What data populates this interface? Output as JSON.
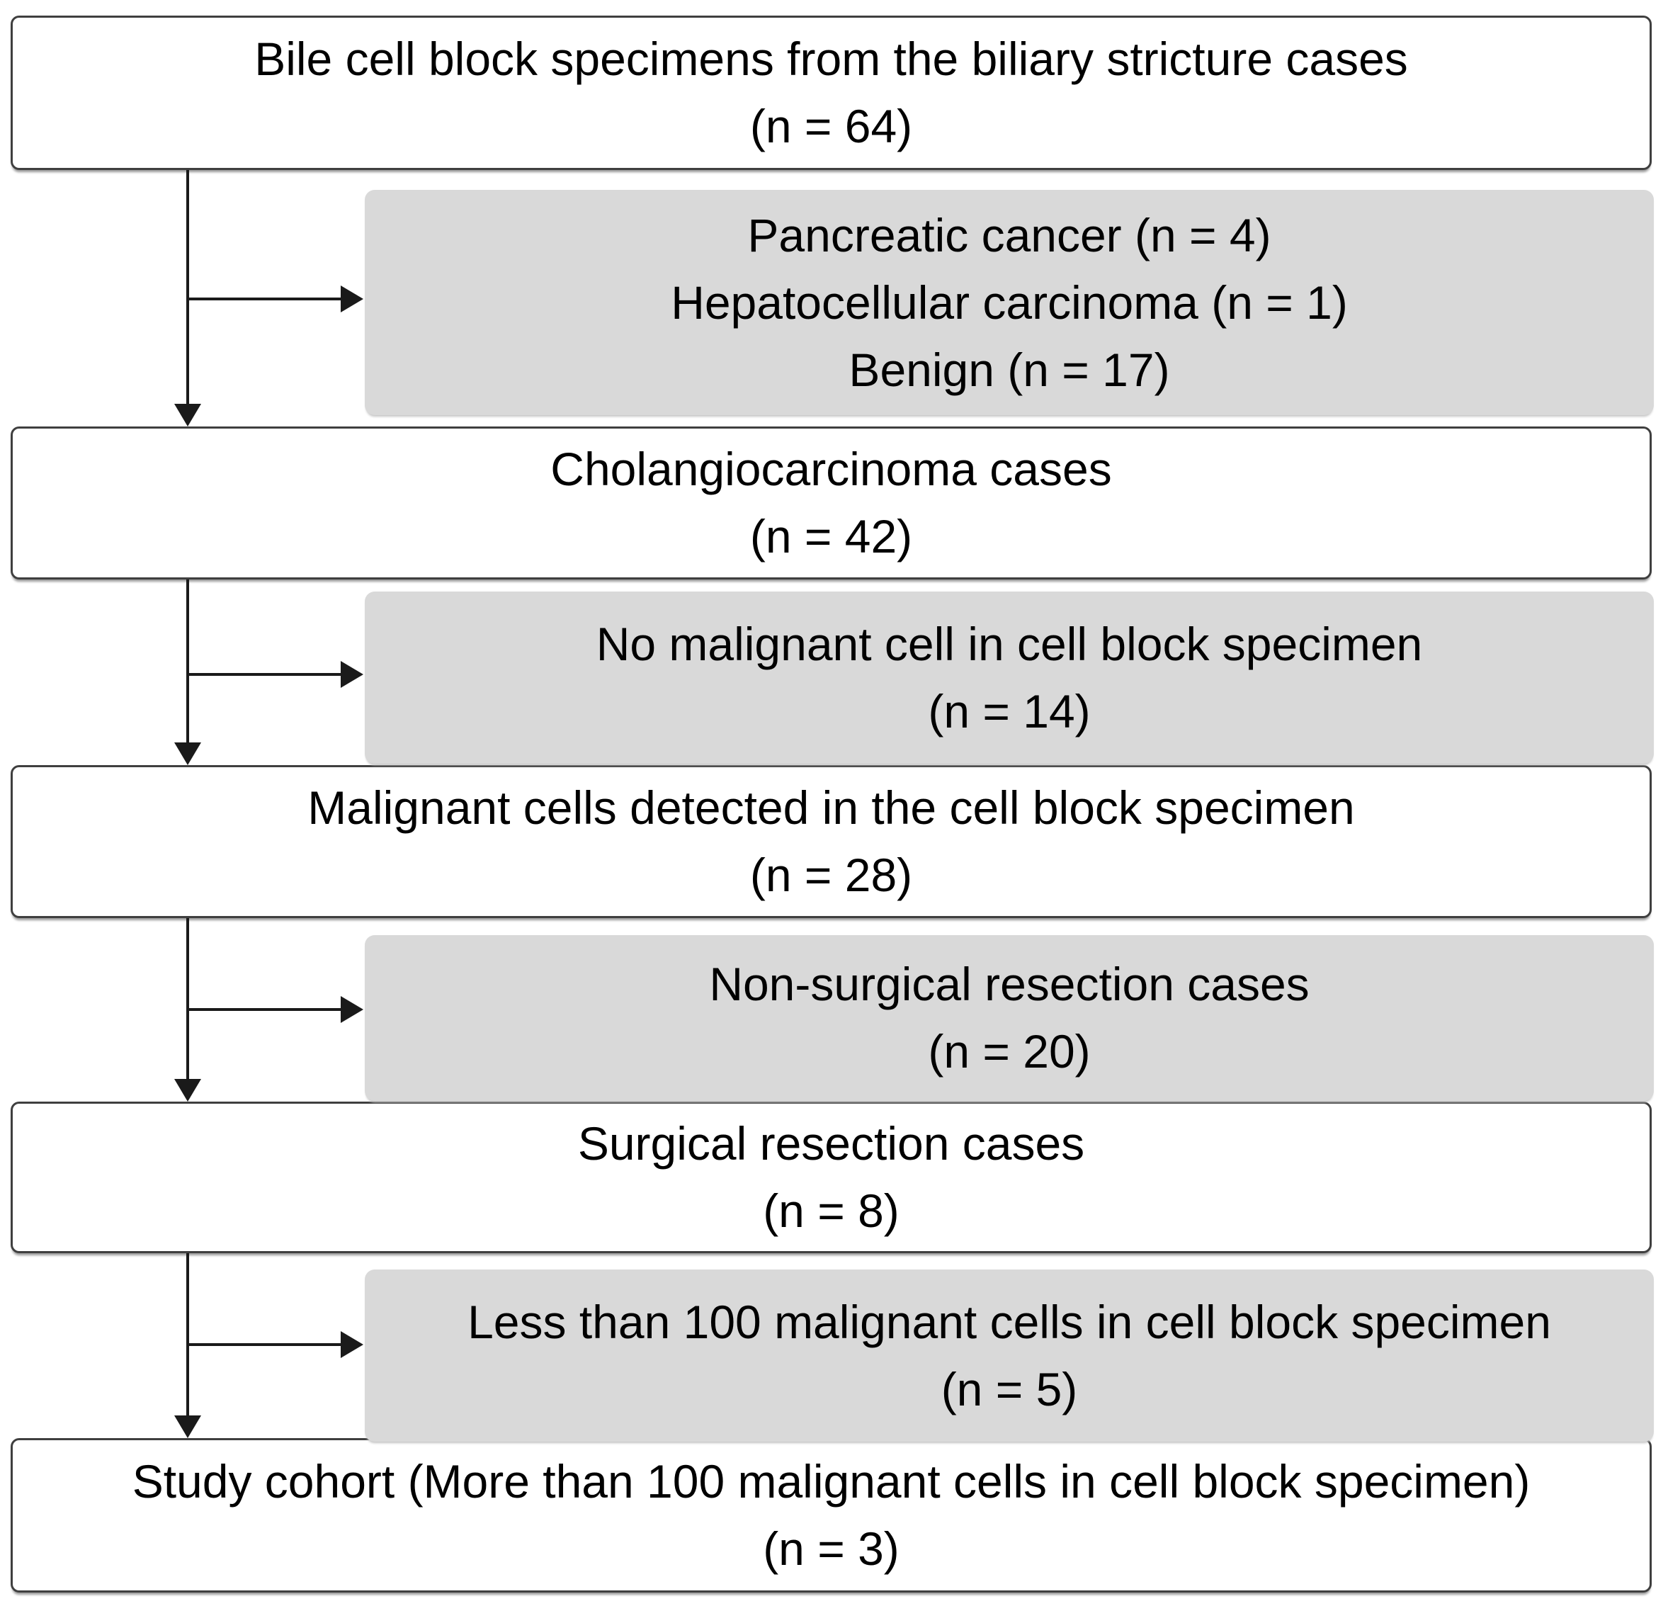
{
  "flow": {
    "colors": {
      "box_background": "#ffffff",
      "box_border": "#3f3f3f",
      "exclusion_background": "#d9d9d9",
      "arrow": "#1a1a1a",
      "text": "#000000"
    },
    "steps": [
      {
        "id": "bile-specimens",
        "n": 64,
        "lines": [
          "Bile cell block specimens from the biliary stricture cases",
          "(n = 64)"
        ]
      },
      {
        "id": "cholangiocarcinoma-cases",
        "n": 42,
        "lines": [
          "Cholangiocarcinoma cases",
          "(n = 42)"
        ]
      },
      {
        "id": "malignant-cells-detected",
        "n": 28,
        "lines": [
          "Malignant cells detected in the cell block specimen",
          "(n = 28)"
        ]
      },
      {
        "id": "surgical-resection-cases",
        "n": 8,
        "lines": [
          "Surgical resection cases",
          "(n = 8)"
        ]
      },
      {
        "id": "study-cohort",
        "n": 3,
        "lines": [
          "Study cohort (More than 100 malignant cells in cell block specimen)",
          "(n = 3)"
        ]
      }
    ],
    "exclusions": [
      {
        "id": "other-diagnoses",
        "n_values": [
          4,
          1,
          17
        ],
        "lines": [
          "Pancreatic cancer (n = 4)",
          "Hepatocellular carcinoma (n = 1)",
          "Benign (n = 17)"
        ]
      },
      {
        "id": "no-malignant-cell",
        "n": 14,
        "lines": [
          "No malignant cell in cell block specimen",
          "(n = 14)"
        ]
      },
      {
        "id": "non-surgical-resection",
        "n": 20,
        "lines": [
          "Non-surgical resection cases",
          "(n = 20)"
        ]
      },
      {
        "id": "less-than-100-cells",
        "n": 5,
        "lines": [
          "Less than 100 malignant cells in cell block specimen",
          "(n = 5)"
        ]
      }
    ]
  }
}
